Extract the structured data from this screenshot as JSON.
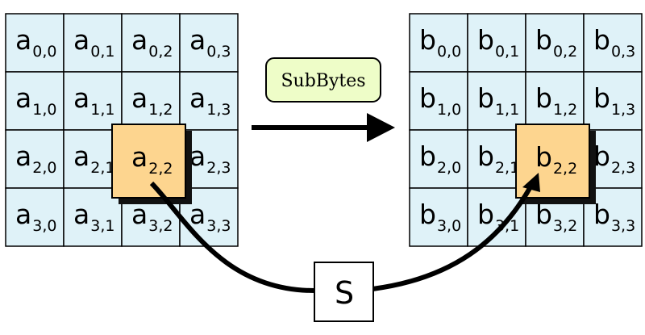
{
  "left_matrix": {
    "letter": "a",
    "cells": [
      [
        "0,0",
        "0,1",
        "0,2",
        "0,3"
      ],
      [
        "1,0",
        "1,1",
        "1,2",
        "1,3"
      ],
      [
        "2,0",
        "2,1",
        "2,2",
        "2,3"
      ],
      [
        "3,0",
        "3,1",
        "3,2",
        "3,3"
      ]
    ],
    "highlight": "2,2"
  },
  "right_matrix": {
    "letter": "b",
    "cells": [
      [
        "0,0",
        "0,1",
        "0,2",
        "0,3"
      ],
      [
        "1,0",
        "1,1",
        "1,2",
        "1,3"
      ],
      [
        "2,0",
        "2,1",
        "2,2",
        "2,3"
      ],
      [
        "3,0",
        "3,1",
        "3,2",
        "3,3"
      ]
    ],
    "highlight": "2,2"
  },
  "operation_label": "SubBytes",
  "sbox_label": "S",
  "colors": {
    "cell_fill": "#dff2f8",
    "highlight_fill": "#fdd58f",
    "label_fill": "#eefdc8",
    "stroke": "#000000",
    "shadow": "#111111"
  }
}
